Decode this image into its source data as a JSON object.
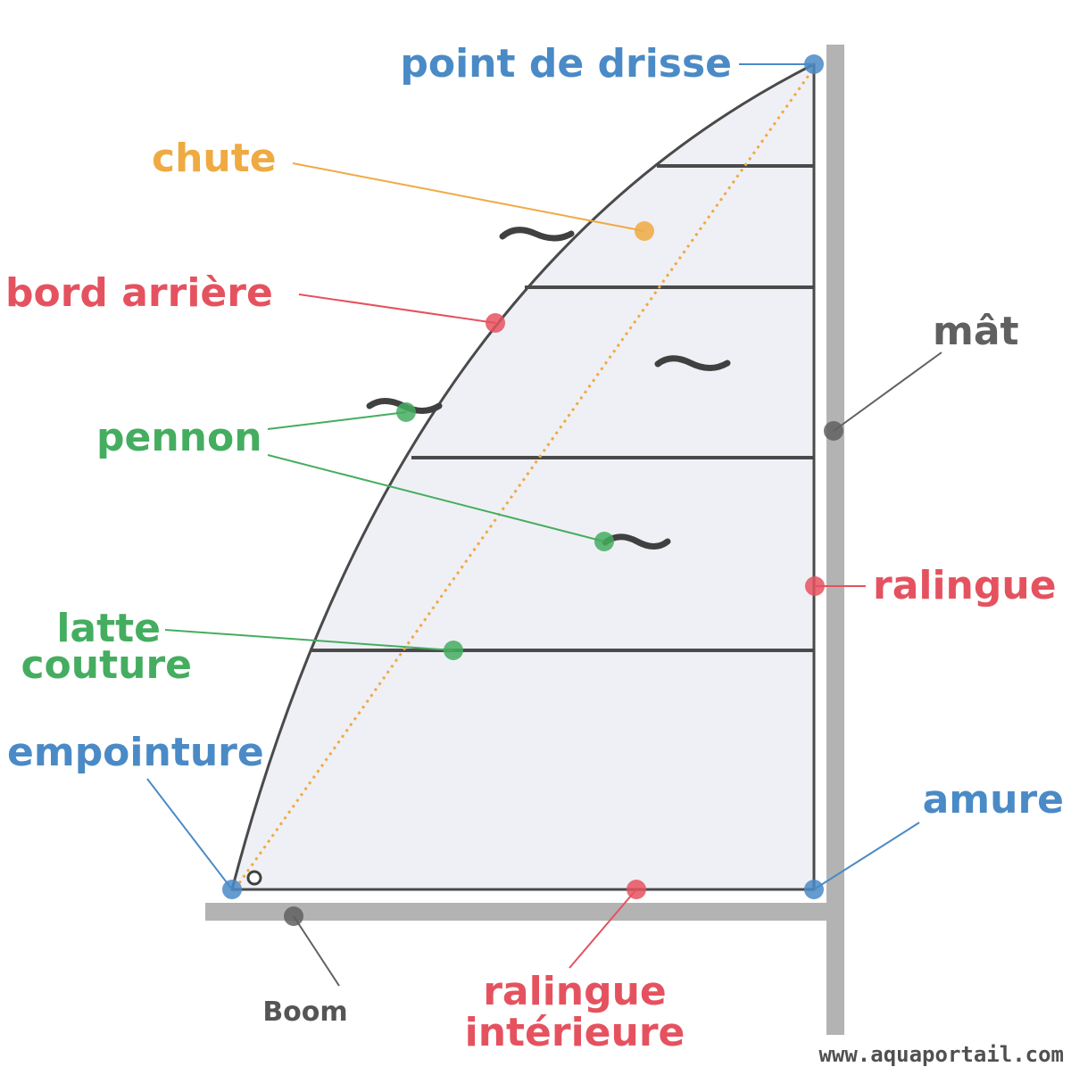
{
  "colors": {
    "blue": "#4a8ac6",
    "orange": "#efaa42",
    "red": "#e5525f",
    "green": "#45ad60",
    "grey": "#606060",
    "sail": "#eff0f5",
    "outline": "#4a4a4a",
    "spar": "#b3b3b3"
  },
  "labels": {
    "point_de_drisse": "point de drisse",
    "chute": "chute",
    "bord_arriere": "bord arrière",
    "mat": "mât",
    "pennon": "pennon",
    "ralingue": "ralingue",
    "latte": "latte",
    "couture": "couture",
    "empointure": "empointure",
    "amure": "amure",
    "boom": "Boom",
    "ralingue_interieure_1": "ralingue",
    "ralingue_interieure_2": "intérieure"
  },
  "watermark": "www.aquaportail.com"
}
